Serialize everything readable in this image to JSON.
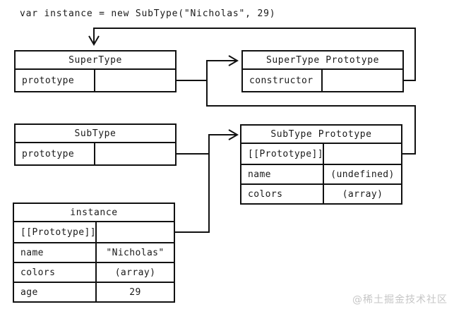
{
  "code_line": "var instance = new SubType(\"Nicholas\", 29)",
  "watermark": "@稀土掘金技术社区",
  "colors": {
    "line": "#111111",
    "text": "#1a1a1a",
    "background": "#ffffff",
    "watermark": "#c6c6c6"
  },
  "boxes": [
    {
      "title": "SuperType",
      "rows": [
        {
          "label": "prototype",
          "value": "",
          "pointer": true
        }
      ]
    },
    {
      "title": "SuperType Prototype",
      "rows": [
        {
          "label": "constructor",
          "value": "",
          "pointer": true
        }
      ]
    },
    {
      "title": "SubType",
      "rows": [
        {
          "label": "prototype",
          "value": "",
          "pointer": true
        }
      ]
    },
    {
      "title": "SubType Prototype",
      "rows": [
        {
          "label": "[[Prototype]]",
          "value": "",
          "pointer": true
        },
        {
          "label": "name",
          "value": "(undefined)",
          "pointer": false
        },
        {
          "label": "colors",
          "value": "(array)",
          "pointer": false
        }
      ]
    },
    {
      "title": "instance",
      "rows": [
        {
          "label": "[[Prototype]]",
          "value": "",
          "pointer": true
        },
        {
          "label": "name",
          "value": "\"Nicholas\"",
          "pointer": false
        },
        {
          "label": "colors",
          "value": "(array)",
          "pointer": false
        },
        {
          "label": "age",
          "value": "29",
          "pointer": false
        }
      ]
    }
  ],
  "connections": [
    {
      "from": "SuperType Prototype.constructor",
      "to": "SuperType"
    },
    {
      "from": "SuperType.prototype",
      "to": "SuperType Prototype"
    },
    {
      "from": "SubType Prototype.[[Prototype]]",
      "to": "SuperType Prototype"
    },
    {
      "from": "SubType.prototype",
      "to": "SubType Prototype"
    },
    {
      "from": "instance.[[Prototype]]",
      "to": "SubType Prototype"
    }
  ]
}
